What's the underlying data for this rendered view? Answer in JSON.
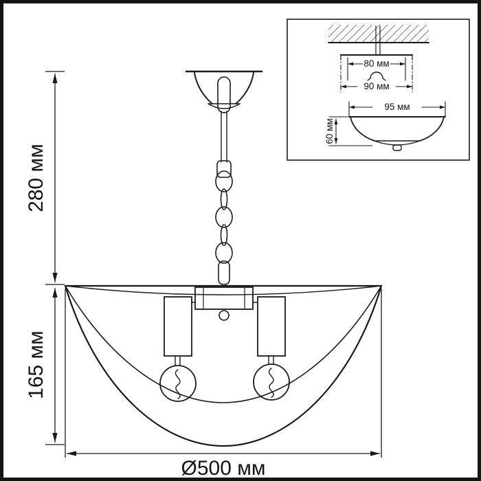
{
  "diagram": {
    "type": "technical-dimension-drawing",
    "subject": "ceiling chandelier / pendant lamp installation drawing"
  },
  "main_dimensions": {
    "suspension_height": "280 мм",
    "shade_height": "165 мм",
    "diameter": "Ø500 мм"
  },
  "inset_dimensions": {
    "hook_span": "80 мм",
    "plate_span": "90 мм",
    "canopy_width": "95 мм",
    "canopy_height": "60 мм"
  },
  "colors": {
    "line": "#1a1a1a",
    "background": "#ffffff",
    "frame": "#141414"
  }
}
